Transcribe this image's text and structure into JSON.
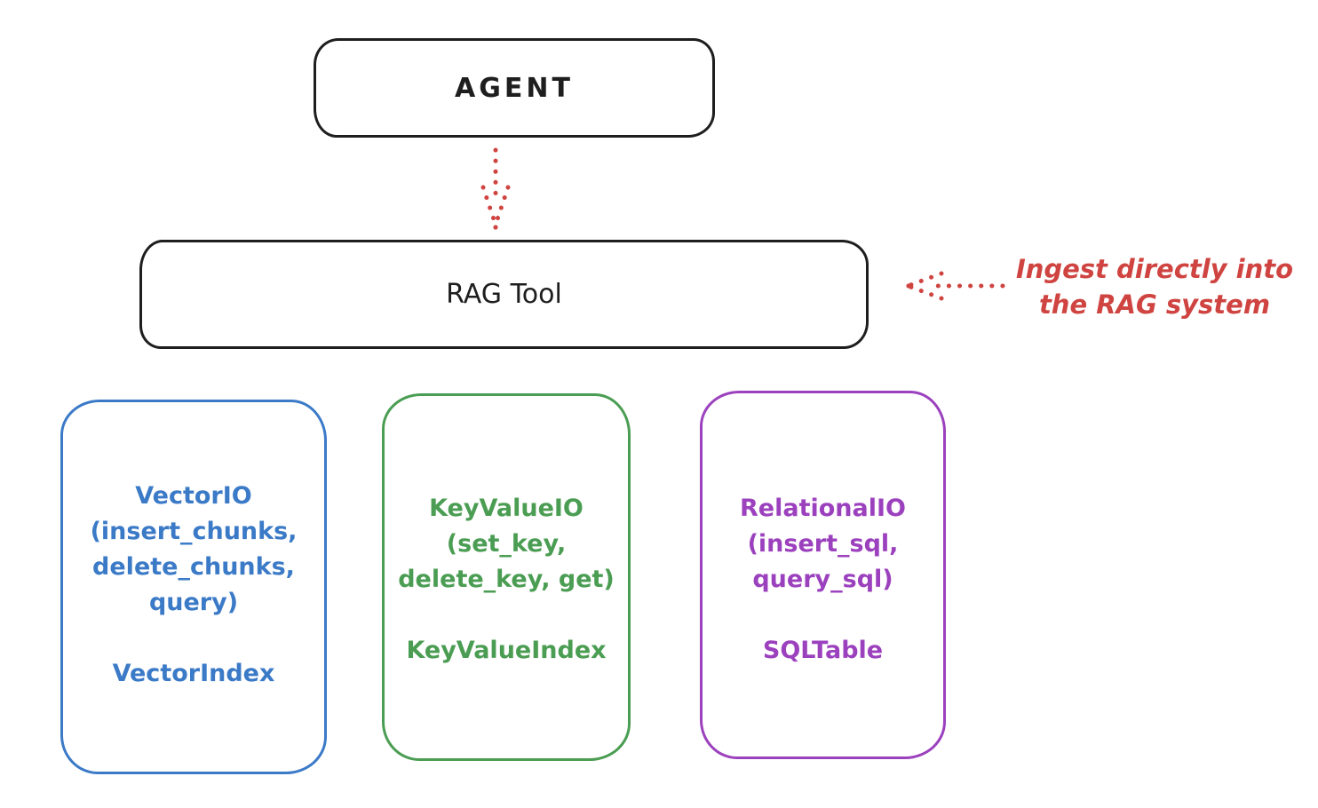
{
  "colors": {
    "ink": "#1e1e1e",
    "red": "#cf4440",
    "blue": "#3b7ac7",
    "green": "#4a9d52",
    "purple": "#9c41be"
  },
  "agent": {
    "label": "AGENT"
  },
  "rag_tool": {
    "label": "RAG Tool"
  },
  "annotation": {
    "line1": "Ingest directly into",
    "line2": "the RAG system"
  },
  "stores": [
    {
      "name": "vector-io",
      "lines": [
        "VectorIO",
        "(insert_chunks,",
        "delete_chunks,",
        "query)"
      ],
      "index_label": "VectorIndex"
    },
    {
      "name": "keyvalue-io",
      "lines": [
        "KeyValueIO",
        "(set_key,",
        "delete_key, get)"
      ],
      "index_label": "KeyValueIndex"
    },
    {
      "name": "relational-io",
      "lines": [
        "RelationalIO",
        "(insert_sql,",
        "query_sql)"
      ],
      "index_label": "SQLTable"
    }
  ]
}
